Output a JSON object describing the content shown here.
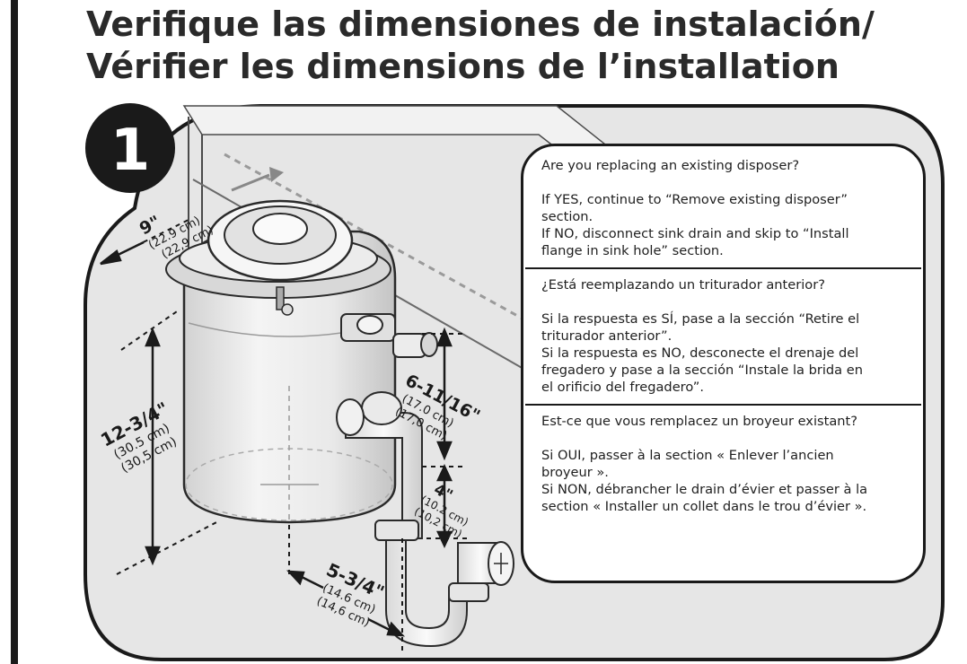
{
  "title": {
    "line1": "Verifique las dimensiones de instalación/",
    "line2": "Vérifier les dimensions de l’installation"
  },
  "step": {
    "number": "1"
  },
  "dimensions": {
    "depth": {
      "inches": "9\"",
      "cm": "(22.9 cm)",
      "cm_alt": "(22,9 cm)"
    },
    "height": {
      "inches": "12-3/4\"",
      "cm": "(30.5 cm)",
      "cm_alt": "(30,5 cm)"
    },
    "inlet": {
      "inches": "6-11/16\"",
      "cm": "(17.0 cm)",
      "cm_alt": "(17,0 cm)"
    },
    "trap": {
      "inches": "4\"",
      "cm": "(10.2 cm)",
      "cm_alt": "(10,2 cm)"
    },
    "offset": {
      "inches": "5-3/4\"",
      "cm": "(14.6 cm)",
      "cm_alt": "(14,6 cm)"
    }
  },
  "info": {
    "english": {
      "question": "Are you replacing an existing disposer?",
      "yes_1": "If YES, continue to “Remove existing disposer”",
      "yes_2": "section.",
      "no_1": "If NO, disconnect sink drain and skip to “Install",
      "no_2": "flange in sink hole” section."
    },
    "spanish": {
      "question": "¿Está reemplazando un triturador anterior?",
      "yes_1": "Si la respuesta es SÍ, pase a la sección “Retire el",
      "yes_2": "triturador anterior”.",
      "no_1": "Si la respuesta es NO, desconecte el drenaje del",
      "no_2": "fregadero y pase a la sección “Instale la brida en",
      "no_3": "el orificio del fregadero”."
    },
    "french": {
      "question": "Est-ce que vous remplacez un broyeur existant?",
      "yes_1": "Si OUI, passer à la section « Enlever l’ancien",
      "yes_2": "broyeur ».",
      "no_1": "Si NON, débrancher le drain d’évier et passer à la",
      "no_2": "section « Installer un collet dans le trou d’évier »."
    }
  },
  "colors": {
    "panel": "#e6e6e6",
    "border": "#1a1a1a",
    "title": "#2a2a2a",
    "metal_light": "#f2f2f2",
    "metal_dark": "#cfcfcf"
  }
}
